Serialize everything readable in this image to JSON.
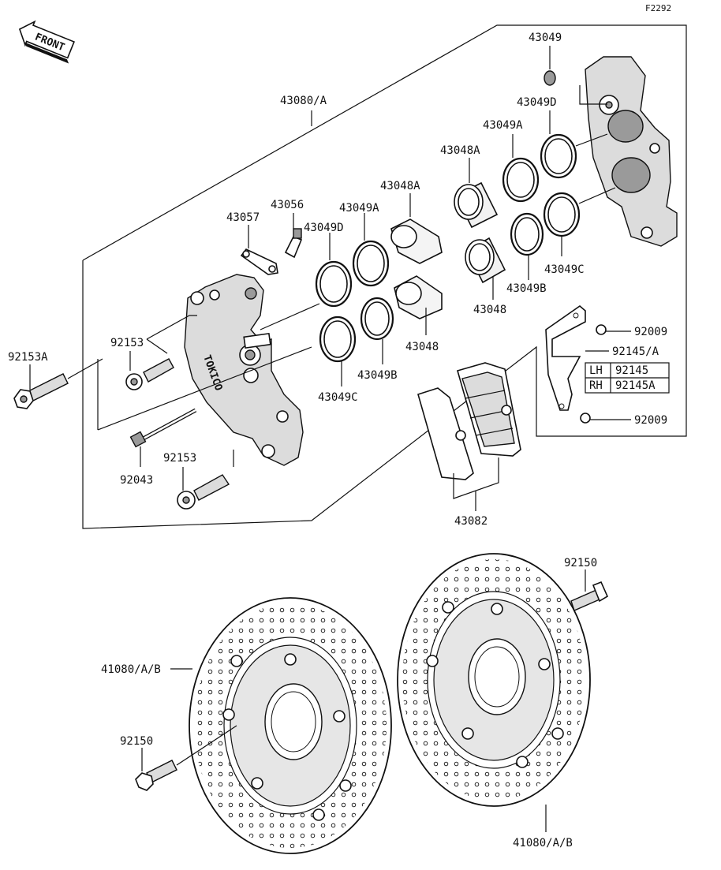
{
  "figure_code": "F2292",
  "front_badge": "FRONT",
  "caliper_brand_text": "TOKICO",
  "labels": {
    "l43080A": "43080/A",
    "l43049_top": "43049",
    "l43049D_right": "43049D",
    "l43049A_right": "43049A",
    "l43048A_right": "43048A",
    "l43048A_left": "43048A",
    "l43056": "43056",
    "l43057": "43057",
    "l43049A_left": "43049A",
    "l43049D_left": "43049D",
    "l43049C_right": "43049C",
    "l43049B_right": "43049B",
    "l43048_right": "43048",
    "l43048_left": "43048",
    "l43049B_left": "43049B",
    "l43049C_left": "43049C",
    "l92153A": "92153A",
    "l92153_top": "92153",
    "l92043": "92043",
    "l92153_bottom": "92153",
    "l92009_top": "92009",
    "l92145A": "92145/A",
    "l92009_bottom": "92009",
    "l43082": "43082",
    "l92150_right": "92150",
    "l41080_left": "41080/A/B",
    "l92150_left": "92150",
    "l41080_right": "41080/A/B"
  },
  "variant_table": {
    "rows": [
      {
        "side": "LH",
        "part": "92145"
      },
      {
        "side": "RH",
        "part": "92145A"
      }
    ]
  }
}
